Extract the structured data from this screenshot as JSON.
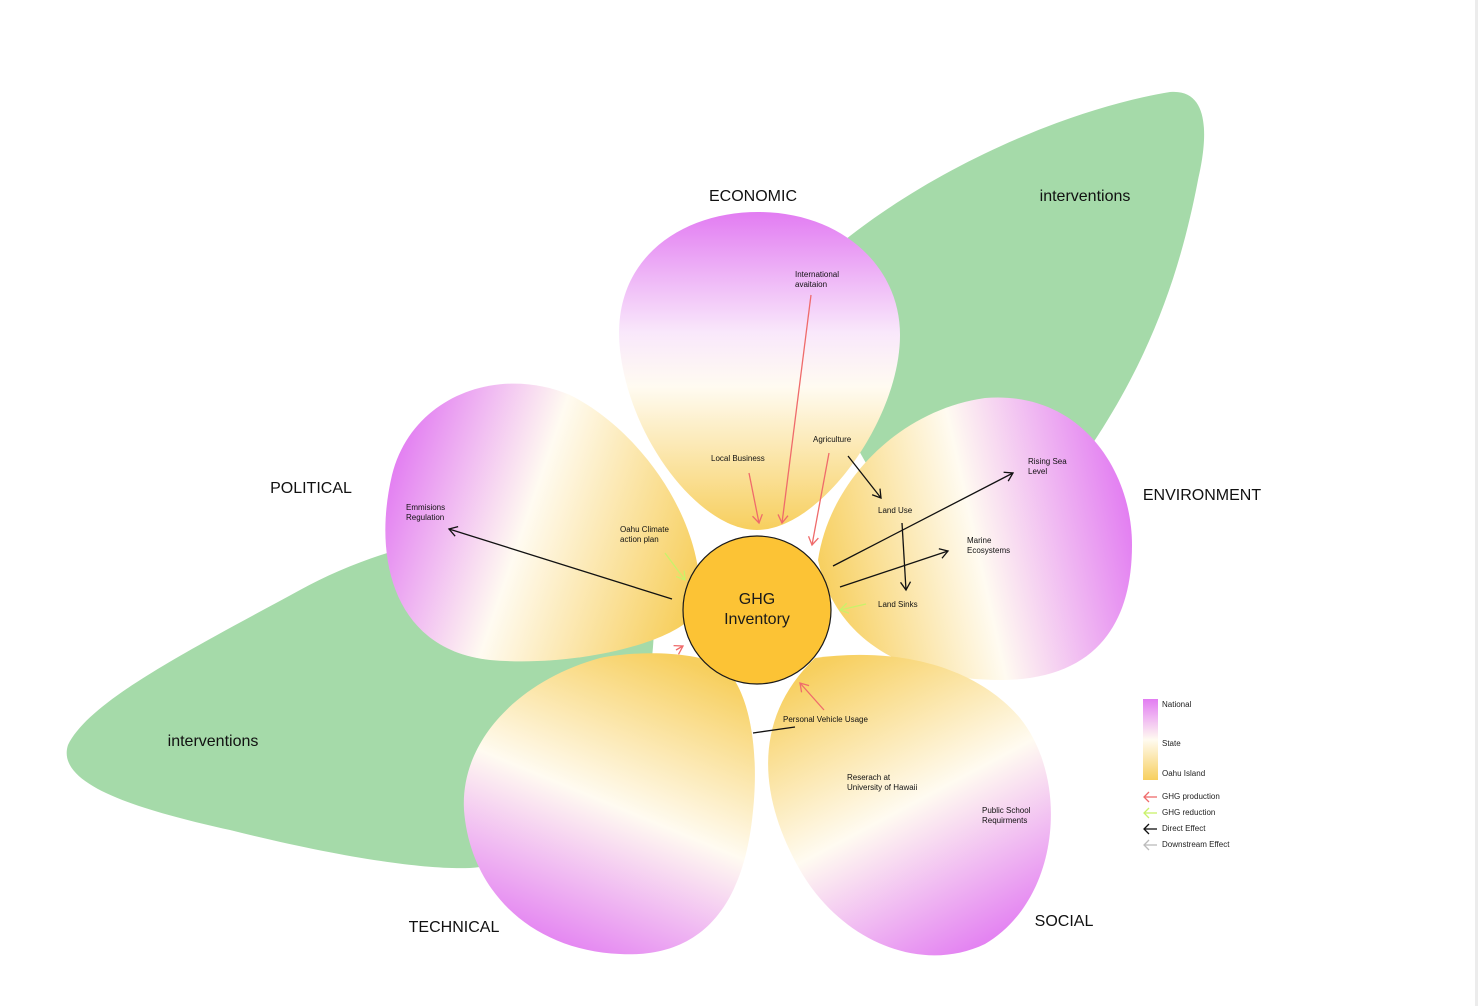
{
  "center": {
    "line1": "GHG",
    "line2": "Inventory"
  },
  "categories": {
    "economic": "ECONOMIC",
    "political": "POLITICAL",
    "environment": "ENVIRONMENT",
    "technical": "TECHNICAL",
    "social": "SOCIAL"
  },
  "interventions": {
    "top": "interventions",
    "bottom": "interventions"
  },
  "nodes": {
    "international_aviation": [
      "International",
      "avaitaion"
    ],
    "local_business": [
      "Local Business"
    ],
    "agriculture": [
      "Agriculture"
    ],
    "emissions_regulation": [
      "Emmisions",
      "Regulation"
    ],
    "oahu_climate_plan": [
      "Oahu Climate",
      "action plan"
    ],
    "rising_sea_level": [
      "Rising Sea",
      "Level"
    ],
    "land_use": [
      "Land Use"
    ],
    "marine_ecosystems": [
      "Marine",
      "Ecosystems"
    ],
    "land_sinks": [
      "Land Sinks"
    ],
    "personal_vehicle": [
      "Personal Vehicle Usage"
    ],
    "research_uh": [
      "Reserach at",
      "University of Hawaii"
    ],
    "public_school": [
      "Public School",
      "Requirments"
    ]
  },
  "legend": {
    "national": "National",
    "state": "State",
    "oahu": "Oahu Island",
    "ghg_production": "GHG production",
    "ghg_reduction": "GHG reduction",
    "direct_effect": "Direct Effect",
    "downstream_effect": "Downstream Effect"
  },
  "colors": {
    "national": "#e27cf2",
    "state": "#fffbf1",
    "oahu": "#f7cf5e",
    "leaf": "#a5daa9",
    "center": "#fcc335",
    "production": "#ef6b6b",
    "reduction": "#c9f26a",
    "direct": "#111111",
    "downstream": "#bbbbbb"
  }
}
